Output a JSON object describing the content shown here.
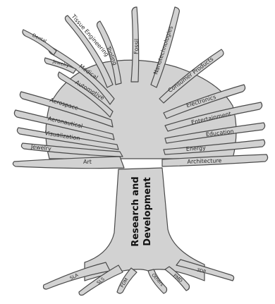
{
  "diagram": {
    "trunk_label_line1": "Research and",
    "trunk_label_line2": "Development",
    "left_branches": {
      "dental": "Dental",
      "jewelry_top": "Jewelry",
      "tissue_engineering": "Tissue Engineering",
      "medical": "Medical",
      "tooling": "Tooling",
      "fossil": "Fossil",
      "automotive": "Automotive",
      "aerospace": "Aerospace",
      "aeronautical": "Aeronautical",
      "visualization": "Visualization",
      "jewelry_low": "Jewelry",
      "art": "Art"
    },
    "right_branches": {
      "nanotechnologies": "Nanotechnologies",
      "consumer_products": "Consumer Products",
      "electronics": "Electronics",
      "entertainment": "Entertainment",
      "education": "Education",
      "energy": "Energy",
      "architecture": "Architecture"
    },
    "roots": {
      "sla": "SLA",
      "sls": "SLS",
      "fdm": "FDM",
      "others": "Others",
      "pmd": "PMD",
      "3dp": "3DP"
    },
    "colors": {
      "fill": "#d2d2d2",
      "stroke": "#4a4a4a",
      "text": "#2a2a2a"
    }
  }
}
